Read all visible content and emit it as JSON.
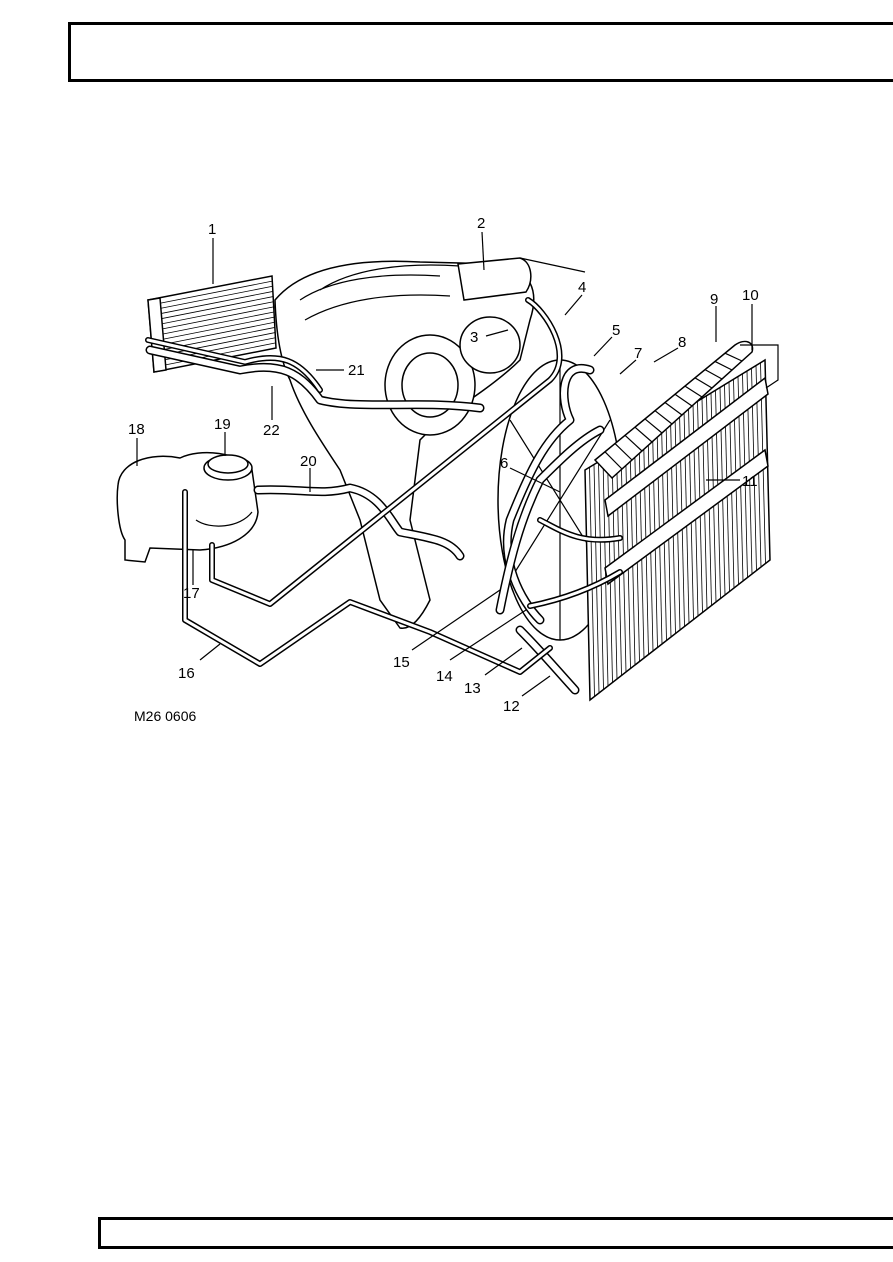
{
  "figure": {
    "id": "M26 0606",
    "callouts": [
      "1",
      "2",
      "3",
      "4",
      "5",
      "6",
      "7",
      "8",
      "9",
      "10",
      "11",
      "12",
      "13",
      "14",
      "15",
      "16",
      "17",
      "18",
      "19",
      "20",
      "21",
      "22"
    ]
  }
}
